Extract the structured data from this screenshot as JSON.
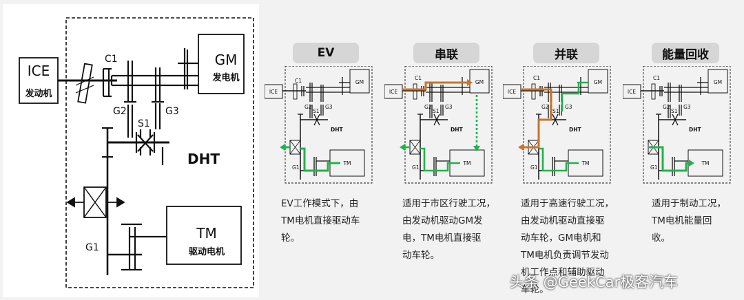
{
  "main_diagram": {
    "ice_label": "ICE",
    "ice_sub": "发动机",
    "gm_label": "GM",
    "gm_sub": "发电机",
    "tm_label": "TM",
    "tm_sub": "驱动电机",
    "dht_label": "DHT",
    "c1_label": "C1",
    "g2_label": "G2",
    "g3_label": "G3",
    "s1_label": "S1",
    "g1_label": "G1"
  },
  "mini_labels": {
    "ice": "ICE",
    "gm": "GM",
    "tm": "TM",
    "dht": "DHT",
    "c1": "C1",
    "g2": "G2",
    "g3": "G3",
    "s1": "S1",
    "g1": "G1"
  },
  "modes": [
    {
      "title": "EV",
      "desc": [
        "EV工作模式下，由",
        "TM电机直接驱动车",
        "轮。"
      ]
    },
    {
      "title": "串联",
      "desc": [
        "适用于市区行驶工况，",
        "由发动机驱动GM发",
        "电，TM电机直接驱",
        "动车轮。"
      ]
    },
    {
      "title": "并联",
      "desc": [
        "适用于高速行驶工况，",
        "由发动机驱动直接驱",
        "动车轮，GM电机和",
        "TM电机负责调节发动",
        "机工作点和辅助驱动",
        "车轮。"
      ]
    },
    {
      "title": "能量回收",
      "desc": [
        "适用于制动工况，",
        "TM电机能量回",
        "收。"
      ]
    }
  ],
  "colors": {
    "energy_green": "#22b14c",
    "engine_orange": "#c8742c"
  },
  "watermark": "头条 @GeekCar极客汽车"
}
